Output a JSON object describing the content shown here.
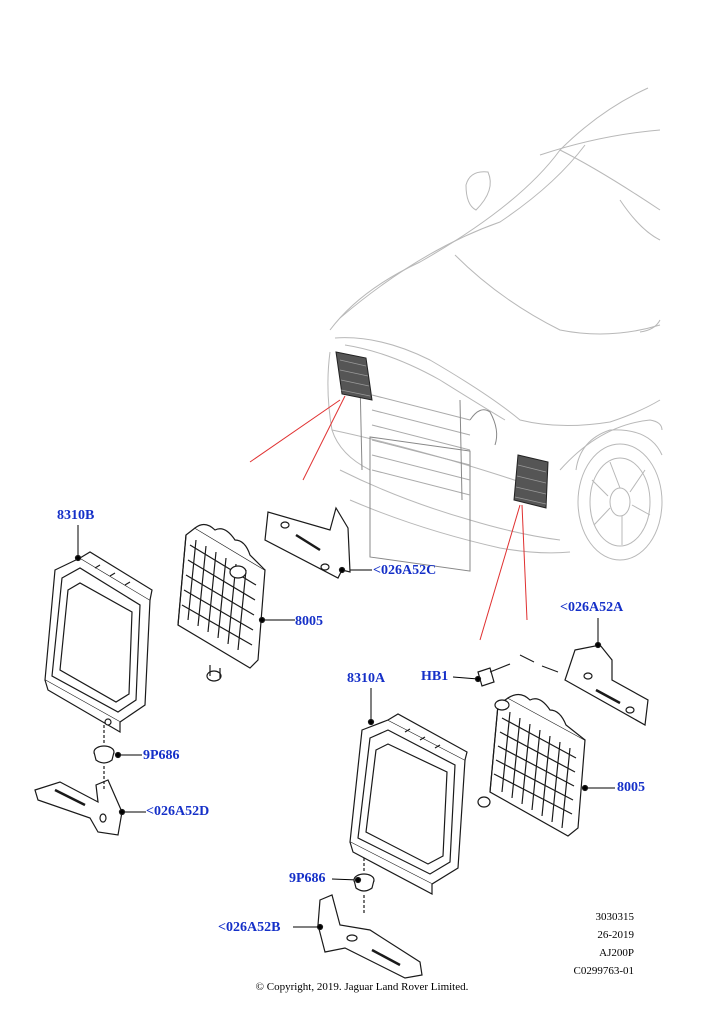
{
  "callouts": {
    "c_8310B": "8310B",
    "c_8005_top": "8005",
    "c_026A52C": "<026A52C",
    "c_026A52A": "<026A52A",
    "c_HB1": "HB1",
    "c_8310A": "8310A",
    "c_9P686_left": "9P686",
    "c_026A52D": "<026A52D",
    "c_8005_right": "8005",
    "c_9P686_bottom": "9P686",
    "c_026A52B": "<026A52B"
  },
  "reference": {
    "line1": "3030315",
    "line2": "26-2019",
    "line3": "AJ200P",
    "line4": "C0299763-01"
  },
  "copyright": "© Copyright, 2019. Jaguar Land Rover Limited.",
  "colors": {
    "callout": "#1530c8",
    "leader": "#e03030",
    "car_outline": "#b8b8b8",
    "part_outline": "#1a1a1a"
  }
}
